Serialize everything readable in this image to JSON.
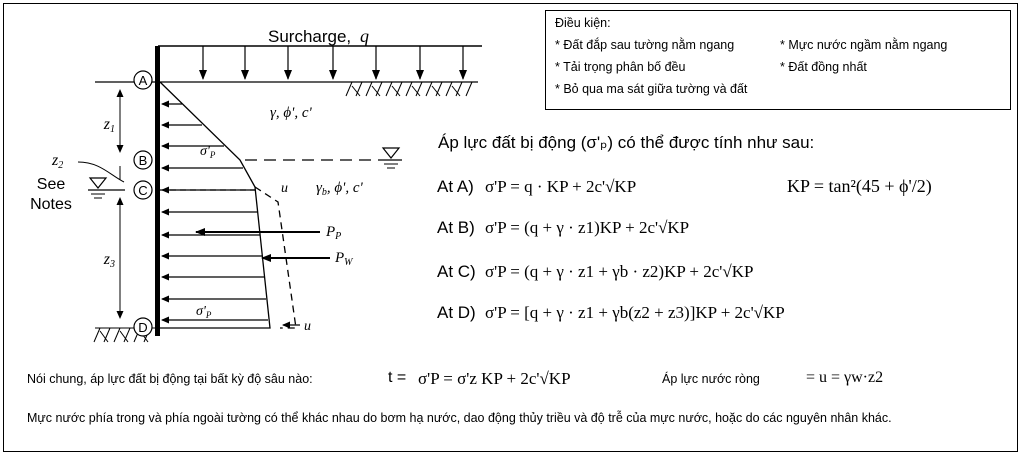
{
  "diagram": {
    "surcharge_label": "Surcharge,",
    "surcharge_symbol": "q",
    "points": [
      "A",
      "B",
      "C",
      "D"
    ],
    "soil_upper": "γ, ϕ', c'",
    "soil_lower_gamma": "γ",
    "soil_lower_sub": "b",
    "soil_lower_rest": ", ϕ', c'",
    "z1": "z",
    "z1_sub": "1",
    "z2": "z",
    "z2_sub": "2",
    "z3": "z",
    "z3_sub": "3",
    "see_notes": [
      "See",
      "Notes"
    ],
    "sigma_top": "σ'",
    "sigma_top_sub": "P",
    "sigma_bottom": "σ'",
    "sigma_bottom_sub": "P",
    "u_label": "u",
    "pp_label": "P",
    "pp_sub": "P",
    "pw_label": "P",
    "pw_sub": "W"
  },
  "conditions": {
    "title": "Điều kiện:",
    "items": [
      "* Đất đắp sau tường nằm ngang",
      "* Mực nước ngầm nằm ngang",
      "* Tải trọng phân bố đều",
      "* Đất đồng nhất",
      "* Bỏ qua ma sát giữa tường và đất"
    ]
  },
  "equations": {
    "heading": "Áp lực đất bị động (σ'ₚ) có thể được tính như sau:",
    "rows": [
      {
        "label": "At A)",
        "expr": "σ'P = q · KP + 2c'√KP"
      },
      {
        "label": "At B)",
        "expr": "σ'P = (q + γ · z1)KP + 2c'√KP"
      },
      {
        "label": "At C)",
        "expr": "σ'P = (q + γ · z1 + γb · z2)KP + 2c'√KP"
      },
      {
        "label": "At D)",
        "expr": "σ'P = [q + γ · z1 + γb(z2 + z3)]KP + 2c'√KP"
      }
    ],
    "kp": "KP = tan²(45 + ϕ'/2)"
  },
  "general": {
    "label": "Nói chung, áp lực đất bị động tại bất kỳ độ sâu nào:",
    "t_prefix": "t =",
    "expr": "σ'P = σ'z KP + 2c'√KP",
    "water_label": "Áp lực nước ròng",
    "water_expr": "= u = γw·z2"
  },
  "note": "Mực nước phía trong và phía ngoài tường có thể khác nhau do bơm hạ nước, dao động thủy triều và độ trễ của mực nước, hoặc do các nguyên nhân khác."
}
